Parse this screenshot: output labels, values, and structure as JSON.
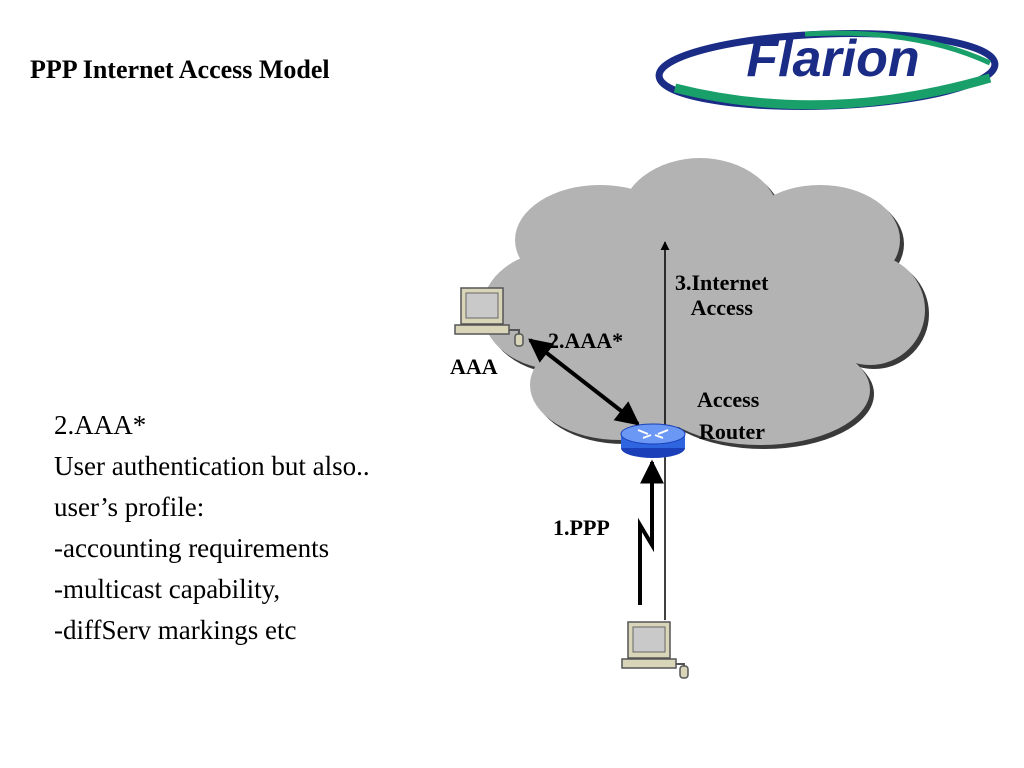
{
  "slide": {
    "title": "PPP Internet Access Model"
  },
  "logo": {
    "text": "Flarion",
    "colors": {
      "text": "#1b2c86",
      "swoosh_green": "#19a06a",
      "swoosh_blue": "#1b2c86"
    }
  },
  "diagram": {
    "cloud_color": "#b3b3b3",
    "labels": {
      "internet_access_line1": "3.Internet",
      "internet_access_line2": "Access",
      "aaa_arrow": "2.AAA*",
      "aaa_server": "AAA",
      "router_line1": "Access",
      "router_line2": "Router",
      "ppp": "1.PPP"
    },
    "icons": [
      "aaa-server-computer-icon",
      "access-router-icon",
      "user-computer-icon"
    ]
  },
  "notes": {
    "lines": [
      "2.AAA*",
      "User authentication but also..",
      "user’s profile:",
      "-accounting requirements",
      "-multicast capability,",
      "-diffServ markings etc"
    ]
  }
}
